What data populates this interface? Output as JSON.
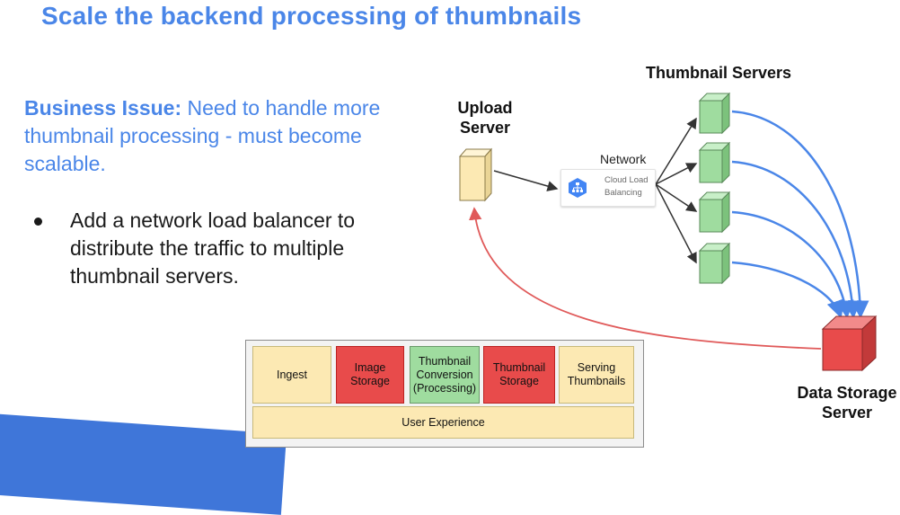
{
  "slide": {
    "title": "Scale the backend processing of thumbnails"
  },
  "issue": {
    "label": "Business Issue:",
    "text": " Need to handle more thumbnail processing - must become scalable."
  },
  "bullets": [
    "Add a network load balancer to distribute the traffic to multiple thumbnail servers."
  ],
  "diagram": {
    "upload_label": "Upload Server",
    "thumbs_label": "Thumbnail Servers",
    "data_label": "Data Storage Server",
    "network_label": "Network",
    "lb_line1": "Cloud Load",
    "lb_line2": "Balancing"
  },
  "pipeline": {
    "ingest": "Ingest",
    "image_storage": "Image Storage",
    "conversion": "Thumbnail Conversion (Processing)",
    "thumb_storage": "Thumbnail Storage",
    "serving": "Serving Thumbnails",
    "ux": "User Experience"
  },
  "colors": {
    "title_blue": "#4a86e8",
    "server_yellow": "#fce9b3",
    "server_green": "#9fdc9f",
    "storage_red": "#e84b4b",
    "arrow_blue": "#4a86e8",
    "arrow_red": "#e05a5a"
  }
}
